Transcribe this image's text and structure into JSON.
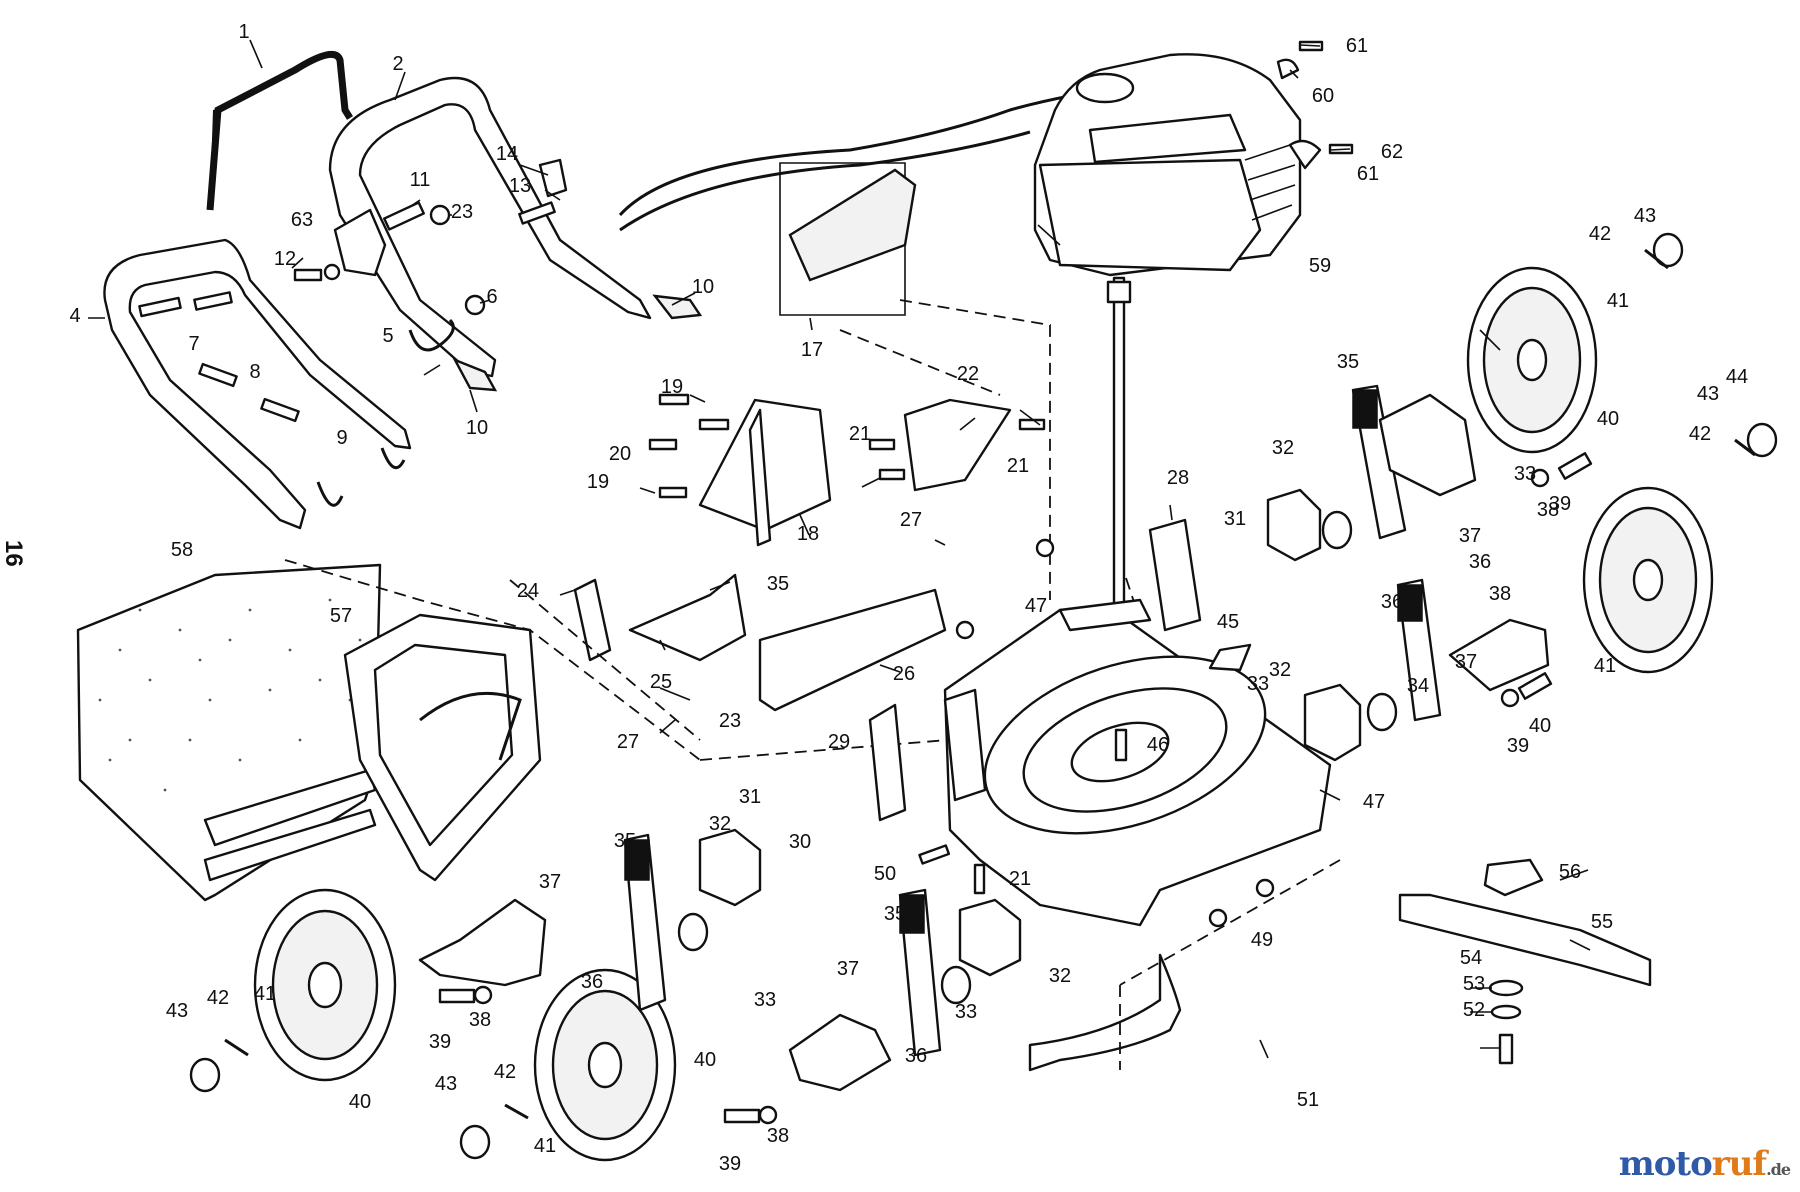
{
  "diagram": {
    "page_number": "16",
    "callouts": [
      "1",
      "2",
      "4",
      "5",
      "6",
      "7",
      "8",
      "9",
      "10",
      "10",
      "11",
      "12",
      "13",
      "14",
      "17",
      "18",
      "19",
      "19",
      "20",
      "21",
      "21",
      "21",
      "22",
      "23",
      "23",
      "24",
      "25",
      "26",
      "27",
      "27",
      "28",
      "29",
      "30",
      "31",
      "31",
      "32",
      "32",
      "32",
      "32",
      "33",
      "33",
      "33",
      "33",
      "34",
      "35",
      "35",
      "35",
      "35",
      "36",
      "36",
      "36",
      "36",
      "37",
      "37",
      "37",
      "37",
      "38",
      "38",
      "38",
      "38",
      "39",
      "39",
      "39",
      "39",
      "40",
      "40",
      "40",
      "40",
      "41",
      "41",
      "41",
      "41",
      "42",
      "42",
      "42",
      "42",
      "43",
      "43",
      "43",
      "43",
      "44",
      "45",
      "46",
      "47",
      "47",
      "49",
      "50",
      "51",
      "52",
      "53",
      "54",
      "55",
      "56",
      "57",
      "58",
      "59",
      "60",
      "61",
      "61",
      "62",
      "63"
    ]
  },
  "watermark": {
    "part1": "moto",
    "part2": "ruf",
    "part3": ".de"
  }
}
